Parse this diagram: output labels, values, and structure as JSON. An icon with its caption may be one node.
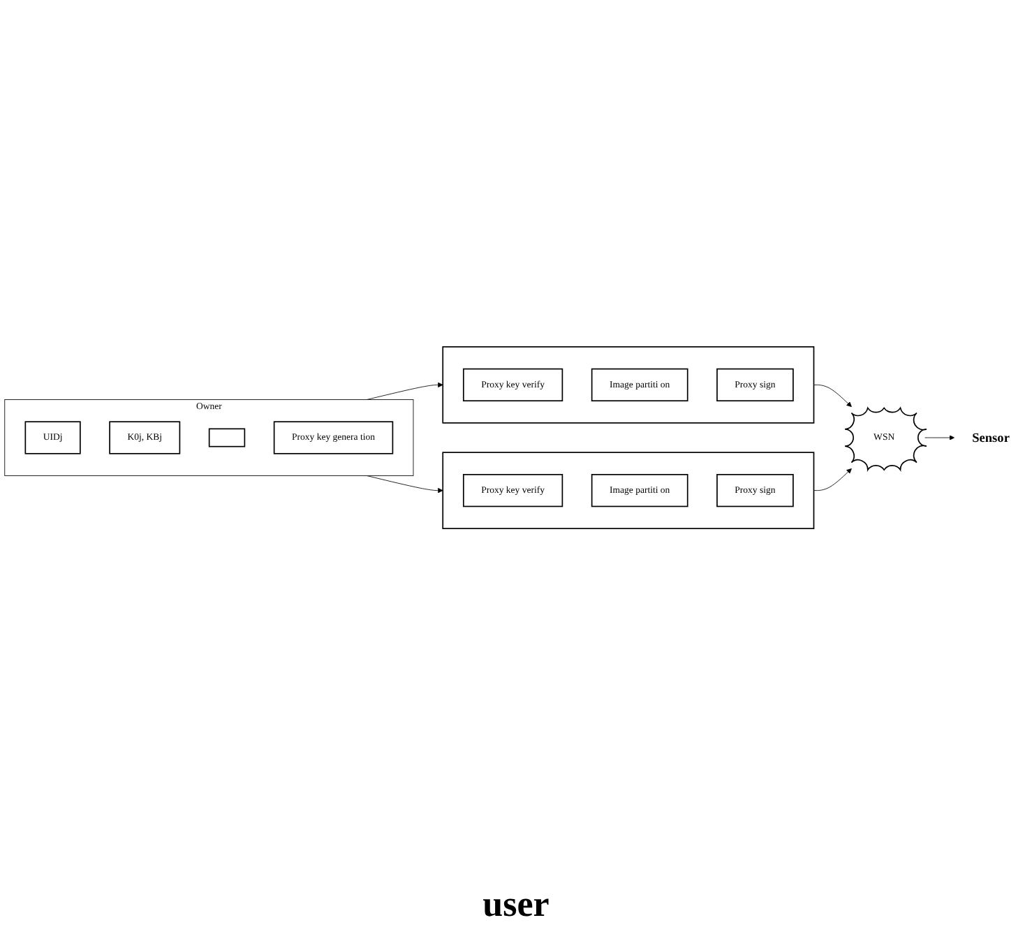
{
  "diagram": {
    "nodes": [
      {
        "text": [
          "Owner"
        ]
      },
      {
        "text": [
          "UIDj"
        ],
        "in": 0
      },
      {
        "text": [
          "K0j, KBj"
        ],
        "in": 0
      },
      {
        "text": [],
        "shape": "box",
        "in": 0
      },
      {
        "text": [
          "Proxy key genera tion"
        ],
        "in": 0
      },
      {
        "text": [],
        "shape": "box"
      },
      {
        "text": [
          "Proxy key verify"
        ],
        "in": 5
      },
      {
        "text": [
          "Image partiti on"
        ],
        "in": 5
      },
      {
        "text": [
          "Proxy sign"
        ],
        "in": 5
      },
      {
        "text": [],
        "shape": "box"
      },
      {
        "text": [
          "Proxy key verify"
        ],
        "in": 9
      },
      {
        "text": [
          "Image partiti on"
        ],
        "in": 9
      },
      {
        "text": [
          "Proxy sign"
        ],
        "in": 9
      },
      {
        "text": [
          "WSN"
        ]
      },
      {
        "text": [
          "Sensor"
        ]
      }
    ],
    "edges": [
      {
        "from": 0,
        "to": 5,
        "arrow": "to"
      },
      {
        "from": 0,
        "to": 9,
        "arrow": "to"
      },
      {
        "from": 5,
        "to": 13,
        "arrow": "to"
      },
      {
        "from": 9,
        "to": 13,
        "arrow": "to"
      },
      {
        "from": 13,
        "to": 14,
        "arrow": "to"
      }
    ],
    "labels": [
      "user"
    ]
  }
}
